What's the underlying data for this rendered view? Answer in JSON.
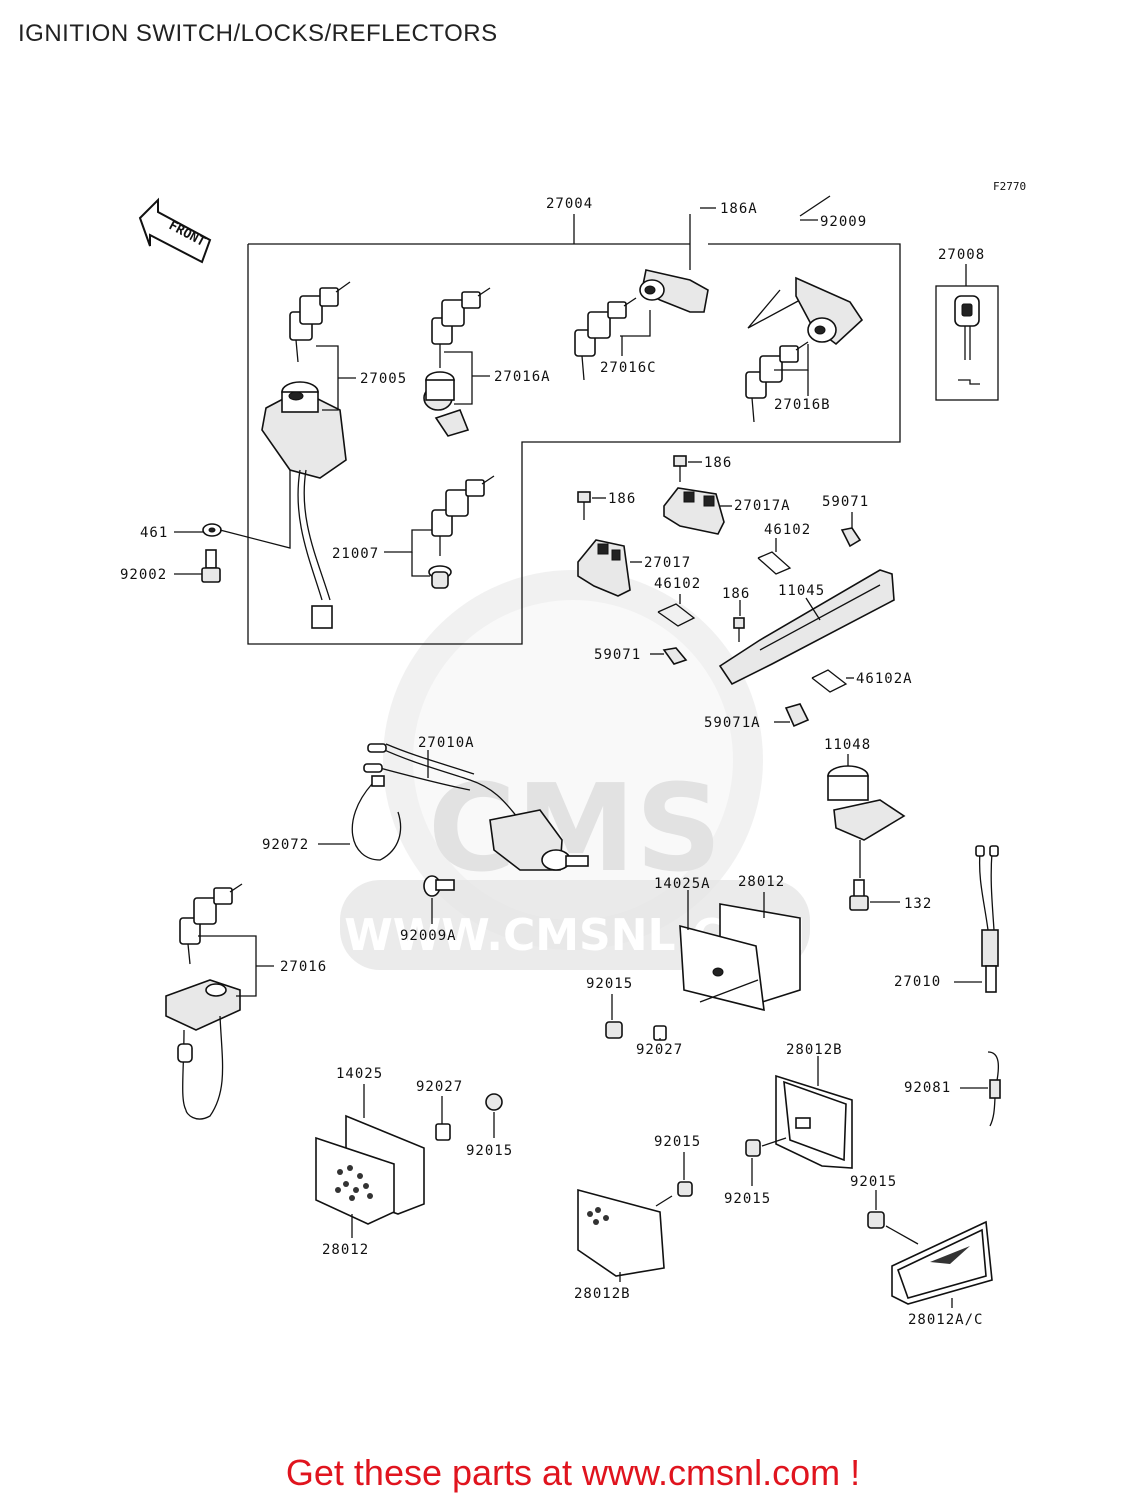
{
  "title": "IGNITION SWITCH/LOCKS/REFLECTORS",
  "figure_code": "F2770",
  "front_arrow": "FRONT",
  "watermark": {
    "brand": "CMS",
    "url": "WWW.CMSNL.COM"
  },
  "labels": {
    "p27004": "27004",
    "p186A": "186A",
    "p92009": "92009",
    "p27008": "27008",
    "p27005": "27005",
    "p27016A": "27016A",
    "p27016C": "27016C",
    "p27016B": "27016B",
    "p186a": "186",
    "p186b": "186",
    "p27017A": "27017A",
    "p27017": "27017",
    "p59071a": "59071",
    "p46102a": "46102",
    "p46102b": "46102",
    "p186c": "186",
    "p11045": "11045",
    "p461": "461",
    "p92002": "92002",
    "p21007": "21007",
    "p59071b": "59071",
    "p46102A": "46102A",
    "p59071A": "59071A",
    "p27010A": "27010A",
    "p11048": "11048",
    "p92072": "92072",
    "p92009A": "92009A",
    "p14025A": "14025A",
    "p28012a": "28012",
    "p132": "132",
    "p27016": "27016",
    "p92015a": "92015",
    "p27010": "27010",
    "p92027a": "92027",
    "p28012B_top": "28012B",
    "p14025": "14025",
    "p92027b": "92027",
    "p92081": "92081",
    "p92015b": "92015",
    "p92015c": "92015",
    "p92015d": "92015",
    "p92015e": "92015",
    "p28012b": "28012",
    "p28012B_bottom": "28012B",
    "p28012AC": "28012A/C"
  },
  "footer": "Get these parts at www.cmsnl.com !"
}
